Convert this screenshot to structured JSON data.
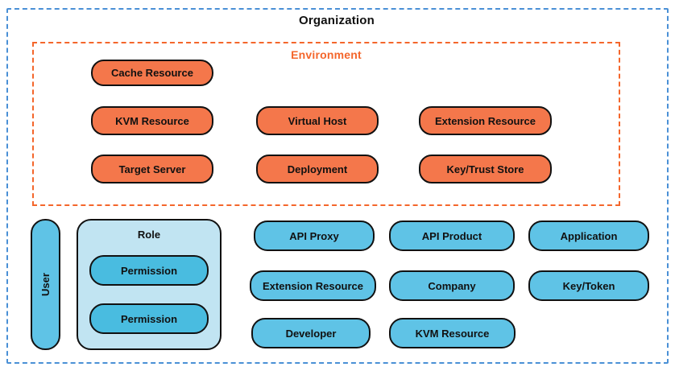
{
  "organization": {
    "title": "Organization"
  },
  "environment": {
    "title": "Environment",
    "nodes": [
      "Cache Resource",
      "KVM Resource",
      "Virtual Host",
      "Extension Resource",
      "Target Server",
      "Deployment",
      "Key/Trust Store"
    ]
  },
  "org_level": {
    "user": "User",
    "role": {
      "title": "Role",
      "permissions": [
        "Permission",
        "Permission"
      ]
    },
    "nodes": [
      "API Proxy",
      "API Product",
      "Application",
      "Extension Resource",
      "Company",
      "Key/Token",
      "Developer",
      "KVM Resource"
    ]
  },
  "colors": {
    "org_border": "#4a90d6",
    "env_accent": "#f4662b",
    "env_fill": "#f4774b",
    "node_fill": "#5fc3e6",
    "role_fill": "#c1e4f2",
    "permission_fill": "#49bce0"
  }
}
